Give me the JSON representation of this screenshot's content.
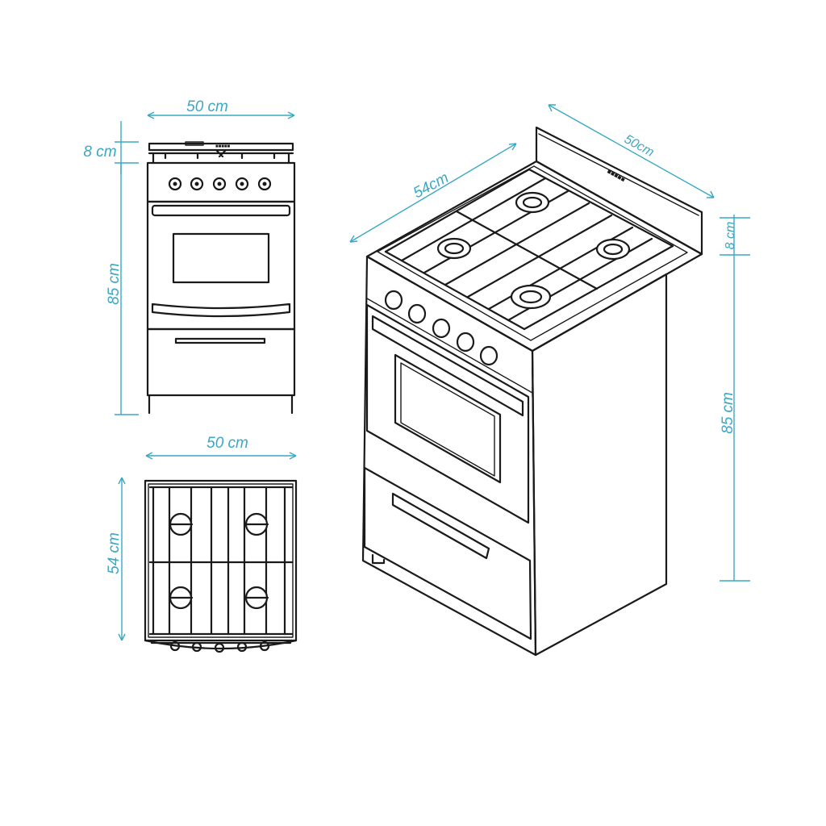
{
  "dimensions": {
    "front_width": "50 cm",
    "front_backguard_height": "8 cm",
    "front_height": "85 cm",
    "top_width": "50 cm",
    "top_depth": "54 cm",
    "iso_depth": "54cm",
    "iso_width": "50cm",
    "iso_backguard_height": "8 cm",
    "iso_height": "85 cm"
  },
  "colors": {
    "dimension_lines": "#3aa8c4",
    "ink": "#1a1a1a",
    "background": "#ffffff"
  }
}
